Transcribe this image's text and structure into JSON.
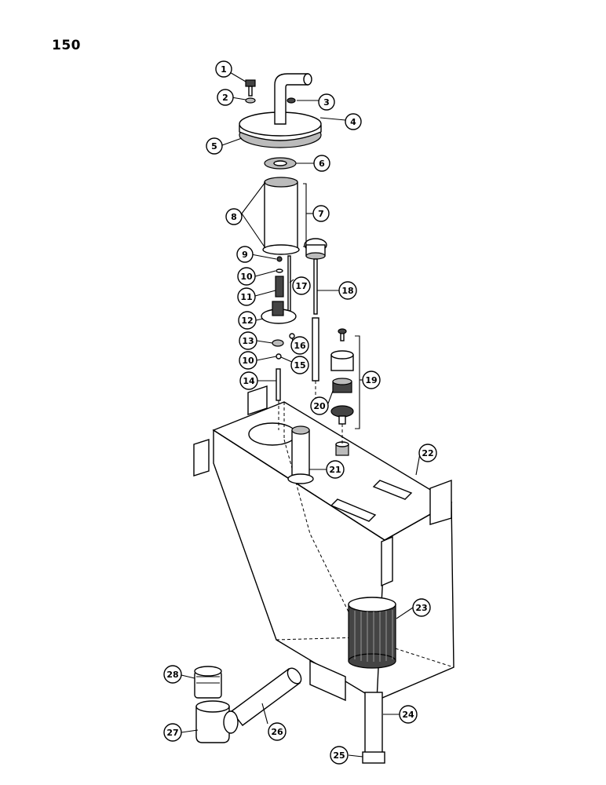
{
  "page": {
    "number": "150"
  },
  "callouts": [
    {
      "label": "1"
    },
    {
      "label": "2"
    },
    {
      "label": "3"
    },
    {
      "label": "4"
    },
    {
      "label": "5"
    },
    {
      "label": "6"
    },
    {
      "label": "7"
    },
    {
      "label": "8"
    },
    {
      "label": "9"
    },
    {
      "label": "10"
    },
    {
      "label": "11"
    },
    {
      "label": "17"
    },
    {
      "label": "18"
    },
    {
      "label": "12"
    },
    {
      "label": "16"
    },
    {
      "label": "13"
    },
    {
      "label": "15"
    },
    {
      "label": "10"
    },
    {
      "label": "14"
    },
    {
      "label": "19"
    },
    {
      "label": "20"
    },
    {
      "label": "21"
    },
    {
      "label": "22"
    },
    {
      "label": "23"
    },
    {
      "label": "28"
    },
    {
      "label": "26"
    },
    {
      "label": "27"
    },
    {
      "label": "24"
    },
    {
      "label": "25"
    }
  ]
}
